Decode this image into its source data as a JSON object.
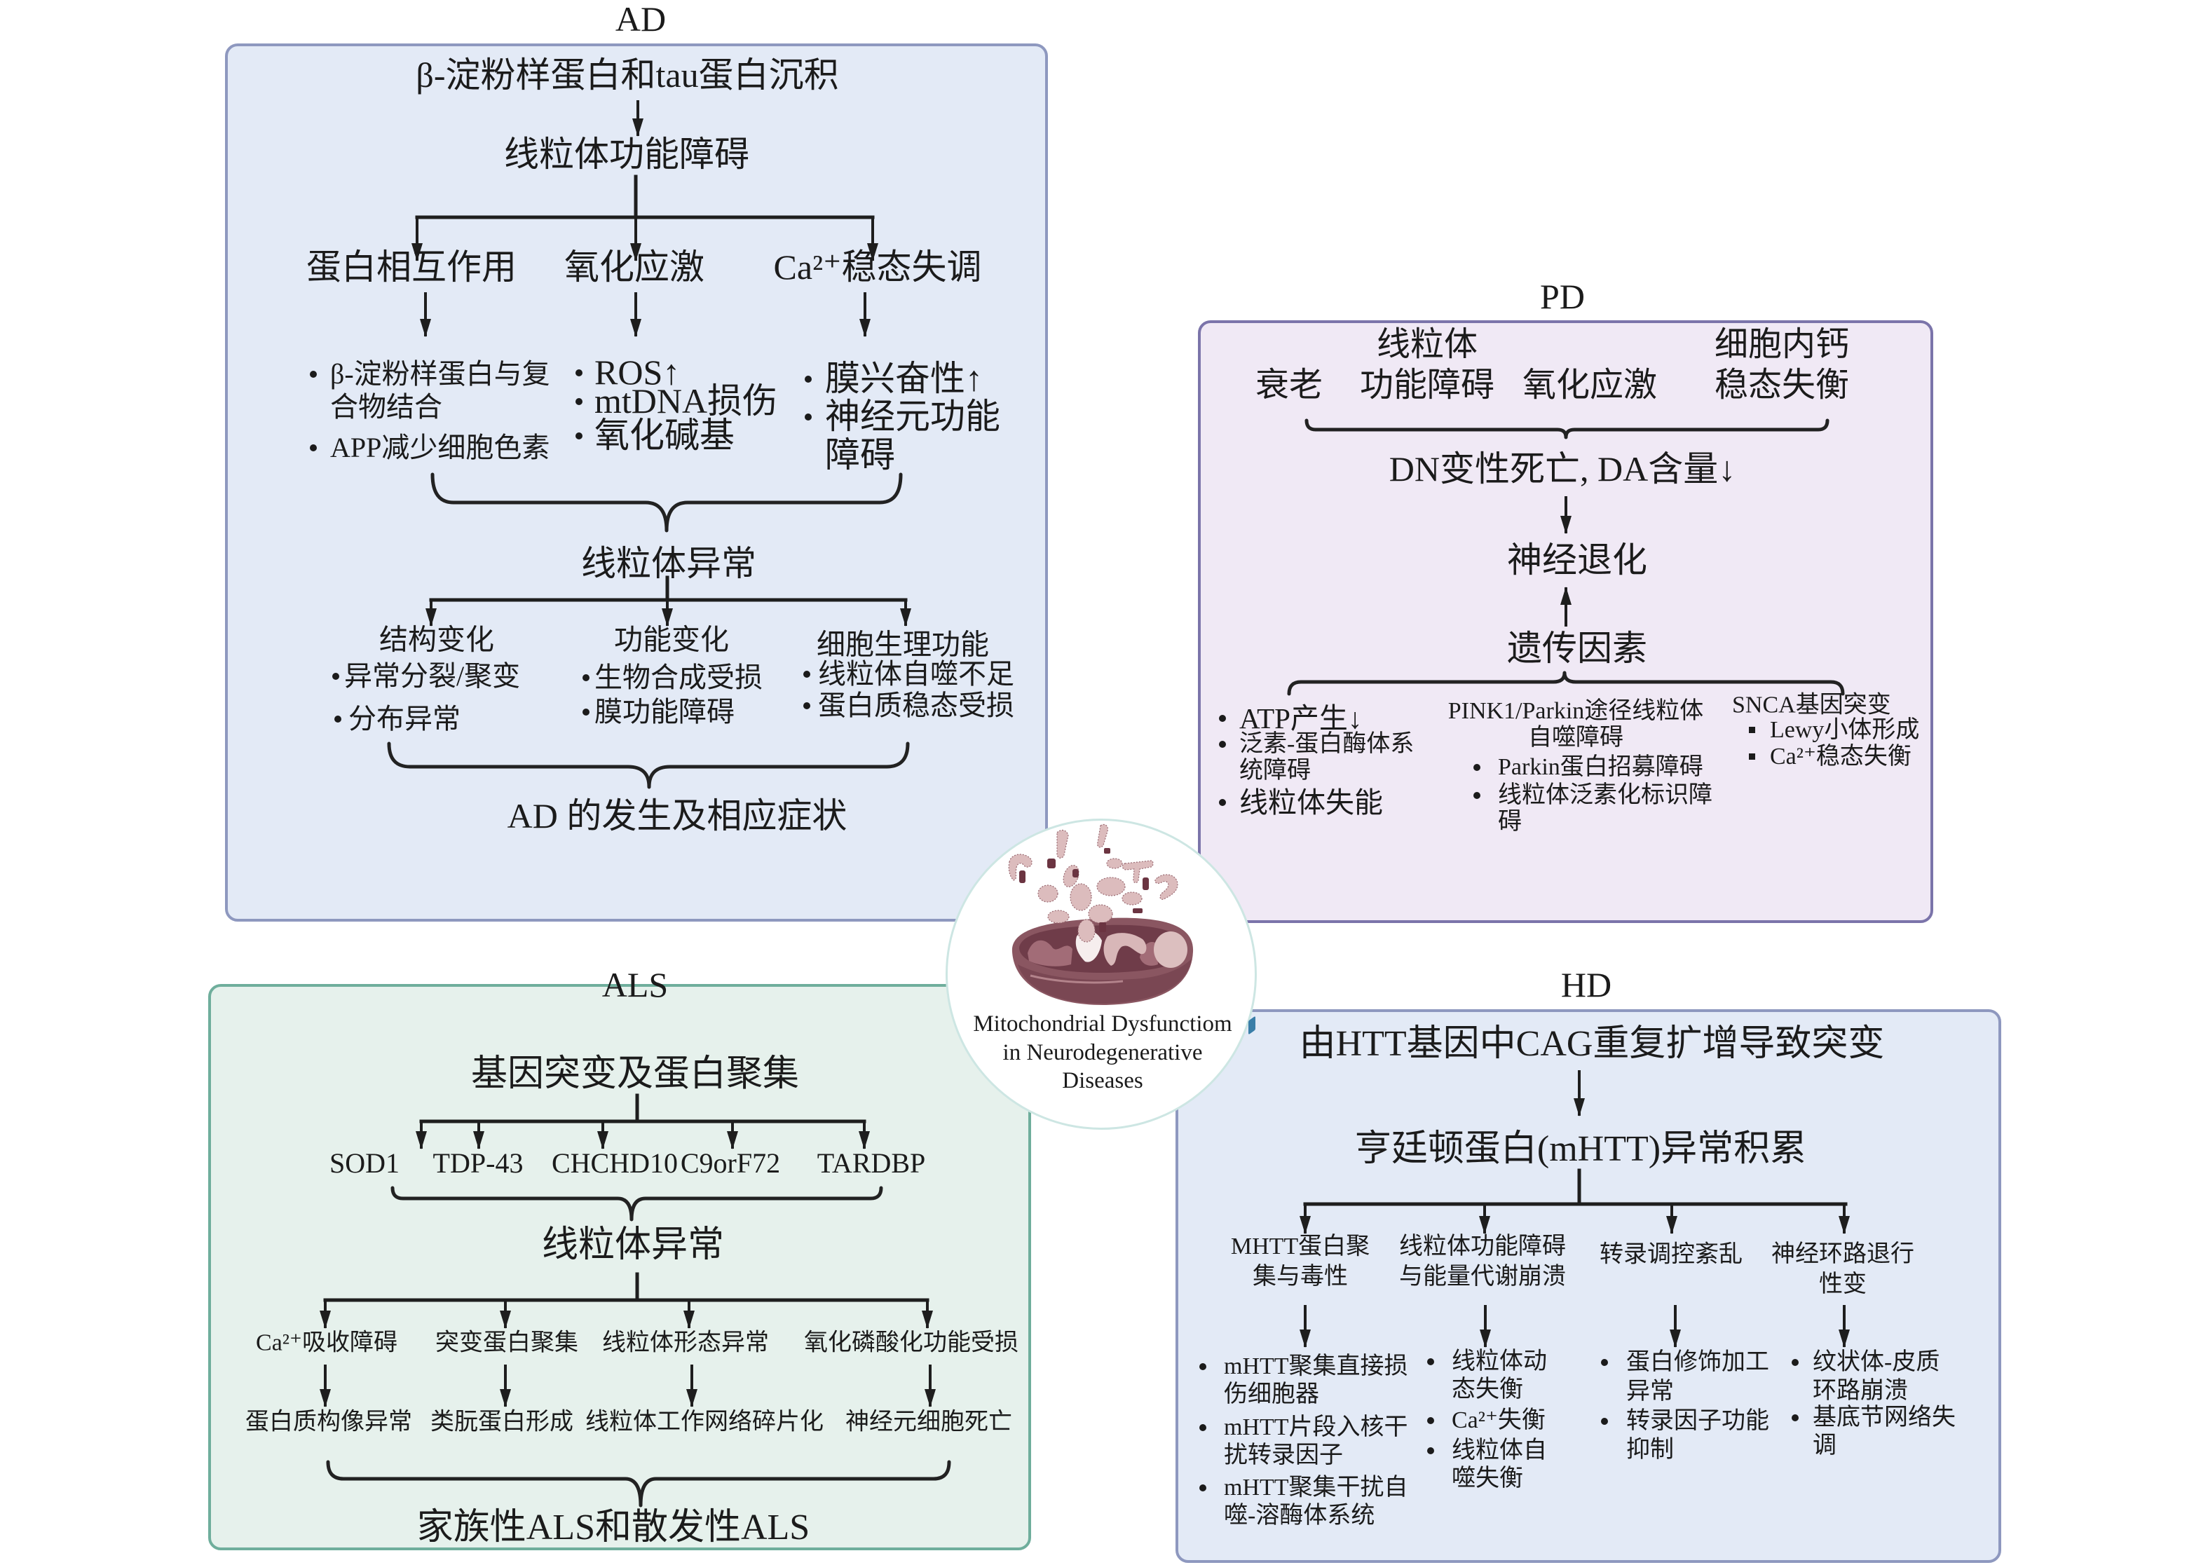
{
  "figure": {
    "center": {
      "caption_lines": [
        "Mitochondrial Dysfunctiom",
        "in Neurodegenerative",
        "Diseases"
      ],
      "illustration_icon": "mitochondrion-icon"
    },
    "panels": {
      "ad": {
        "label": "AD",
        "trigger": "β-淀粉样蛋白和tau蛋白沉积",
        "core": "线粒体功能障碍",
        "mechanisms": [
          {
            "title": "蛋白相互作用",
            "items": [
              "β-淀粉样蛋白与复\n合物结合",
              "APP减少细胞色素"
            ]
          },
          {
            "title": "氧化应激",
            "items": [
              "ROS↑",
              "mtDNA损伤",
              "氧化碱基"
            ]
          },
          {
            "title": "Ca²⁺稳态失调",
            "items": [
              "膜兴奋性↑",
              "神经元功能\n障碍"
            ]
          }
        ],
        "converge": "线粒体异常",
        "changes": [
          {
            "title": "结构变化",
            "items": [
              "异常分裂/聚变",
              "分布异常"
            ]
          },
          {
            "title": "功能变化",
            "items": [
              "生物合成受损",
              "膜功能障碍"
            ]
          },
          {
            "title": "细胞生理功能",
            "items": [
              "线粒体自噬不足",
              "蛋白质稳态受损"
            ]
          }
        ],
        "outcome": "AD 的发生及相应症状"
      },
      "pd": {
        "label": "PD",
        "risk_factors": [
          "衰老",
          "线粒体\n功能障碍",
          "氧化应激",
          "细胞内钙\n稳态失衡"
        ],
        "result": "DN变性死亡, DA含量↓",
        "outcome": "神经退化",
        "genetic": "遗传因素",
        "genetic_branches": [
          {
            "items": [
              "ATP产生↓",
              "泛素-蛋白酶体系\n统障碍",
              "线粒体失能"
            ]
          },
          {
            "title": "PINK1/Parkin途径线粒体\n自噬障碍",
            "items": [
              "Parkin蛋白招募障碍",
              "线粒体泛素化标识障\n碍"
            ]
          },
          {
            "title": "SNCA基因突变",
            "items": [
              "Lewy小体形成",
              "Ca²⁺稳态失衡"
            ]
          }
        ]
      },
      "als": {
        "label": "ALS",
        "trigger": "基因突变及蛋白聚集",
        "genes": [
          "SOD1",
          "TDP-43",
          "CHCHD10",
          "C9orF72",
          "TARDBP"
        ],
        "converge": "线粒体异常",
        "pathways": [
          {
            "mechanism": "Ca²⁺吸收障碍",
            "result": "蛋白质构像异常"
          },
          {
            "mechanism": "突变蛋白聚集",
            "result": "类朊蛋白形成"
          },
          {
            "mechanism": "线粒体形态异常",
            "result": "线粒体工作网络碎片化"
          },
          {
            "mechanism": "氧化磷酸化功能受损",
            "result": "神经元细胞死亡"
          }
        ],
        "outcome": "家族性ALS和散发性ALS"
      },
      "hd": {
        "label": "HD",
        "trigger": "由HTT基因中CAG重复扩增导致突变",
        "core": "亨廷顿蛋白(mHTT)异常积累",
        "categories": [
          {
            "title": "MHTT蛋白聚\n集与毒性",
            "items": [
              "mHTT聚集直接损\n伤细胞器",
              "mHTT片段入核干\n扰转录因子",
              "mHTT聚集干扰自\n噬-溶酶体系统"
            ]
          },
          {
            "title": "线粒体功能障碍\n与能量代谢崩溃",
            "items": [
              "线粒体动\n态失衡",
              "Ca²⁺失衡",
              "线粒体自\n噬失衡"
            ]
          },
          {
            "title": "转录调控紊乱",
            "items": [
              "蛋白修饰加工\n异常",
              "转录因子功能\n抑制"
            ]
          },
          {
            "title": "神经环路退行\n性变",
            "items": [
              "纹状体-皮质\n环路崩溃",
              "基底节网络失\n调"
            ]
          }
        ]
      }
    },
    "colors": {
      "ad_fill": "#e3eaf6",
      "ad_border": "#8e98bf",
      "pd_fill": "#f0e9f5",
      "pd_border": "#7b74aa",
      "als_fill": "#e6f1ec",
      "als_border": "#6fae9c",
      "hd_fill": "#e3eaf6",
      "hd_border": "#8e98bf",
      "hub_border": "#cde6e3",
      "text": "#1b1b1b",
      "mito_body": "#8a5661",
      "mito_fragment": "#dcbcbd",
      "mito_dark": "#6b3441"
    }
  }
}
